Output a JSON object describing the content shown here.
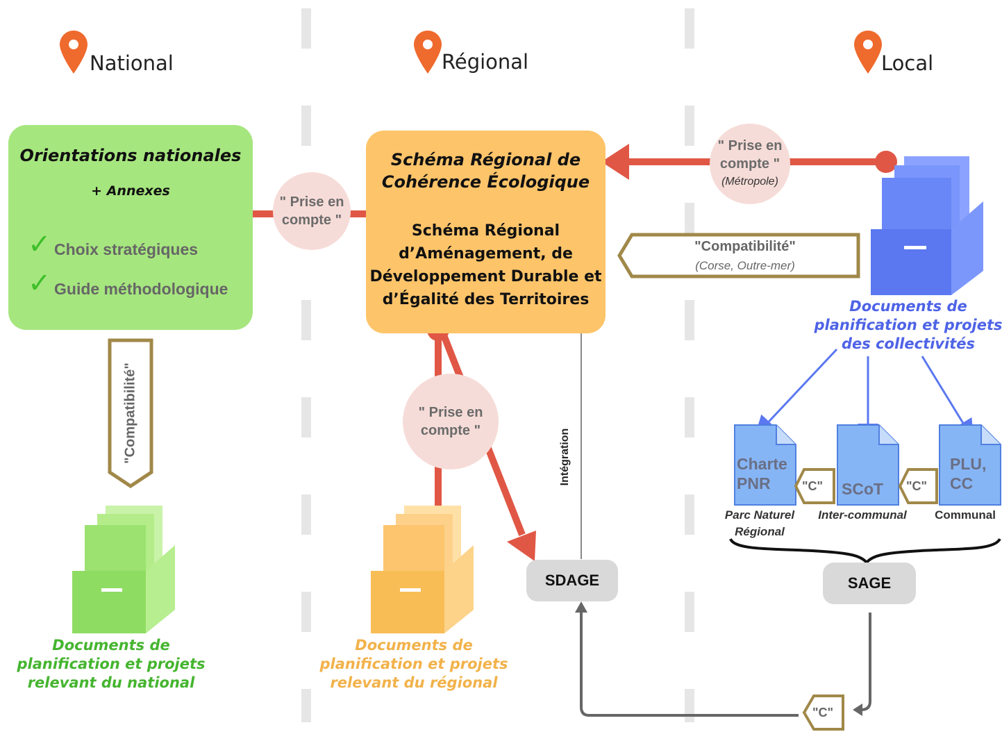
{
  "columns": {
    "national": "National",
    "regional": "Régional",
    "local": "Local"
  },
  "national_box": {
    "title": "Orientations nationales",
    "subtitle": "+ Annexes",
    "bullets": [
      "Choix stratégiques",
      "Guide méthodologique"
    ]
  },
  "regional_box": {
    "title_line1": "Schéma Régional de",
    "title_line2": "Cohérence Écologique",
    "body": [
      "Schéma Régional",
      "d’Aménagement, de",
      "Développement Durable et",
      "d’Égalité des Territoires"
    ]
  },
  "relations": {
    "prise_line1": "\" Prise en",
    "prise_line2": "compte \"",
    "metropole": "(Métropole)",
    "compatibilite_local": "\"Compatibilité\"",
    "compatibilite_local_sub": "(Corse, Outre-mer)",
    "compatibilite_national": "\"Compatibilité\"",
    "integration": "Intégration",
    "c_label": "\"C\""
  },
  "captions": {
    "national": [
      "Documents de",
      "planification et projets",
      "relevant du national"
    ],
    "regional": [
      "Documents de",
      "planification et projets",
      "relevant du régional"
    ],
    "local": [
      "Documents de",
      "planification et projets",
      "des collectivités"
    ]
  },
  "docs": {
    "charte": [
      "Charte",
      "PNR"
    ],
    "scot": "SCoT",
    "plu": [
      "PLU,",
      "CC"
    ],
    "labels": {
      "pnr": [
        "Parc Naturel",
        "Régional"
      ],
      "inter": "Inter-communal",
      "communal": "Communal"
    }
  },
  "pills": {
    "sdage": "SDAGE",
    "sage": "SAGE"
  },
  "colors": {
    "green": "#a6e67f",
    "orange": "#fdc46a",
    "blue": "#5b78f0",
    "red_arrow": "#e05745",
    "brown_outline": "#a08849",
    "pin": "#ef6a2d",
    "caption_green": "#45b52f",
    "caption_orange": "#f2b24a",
    "caption_blue": "#4e63e6"
  }
}
